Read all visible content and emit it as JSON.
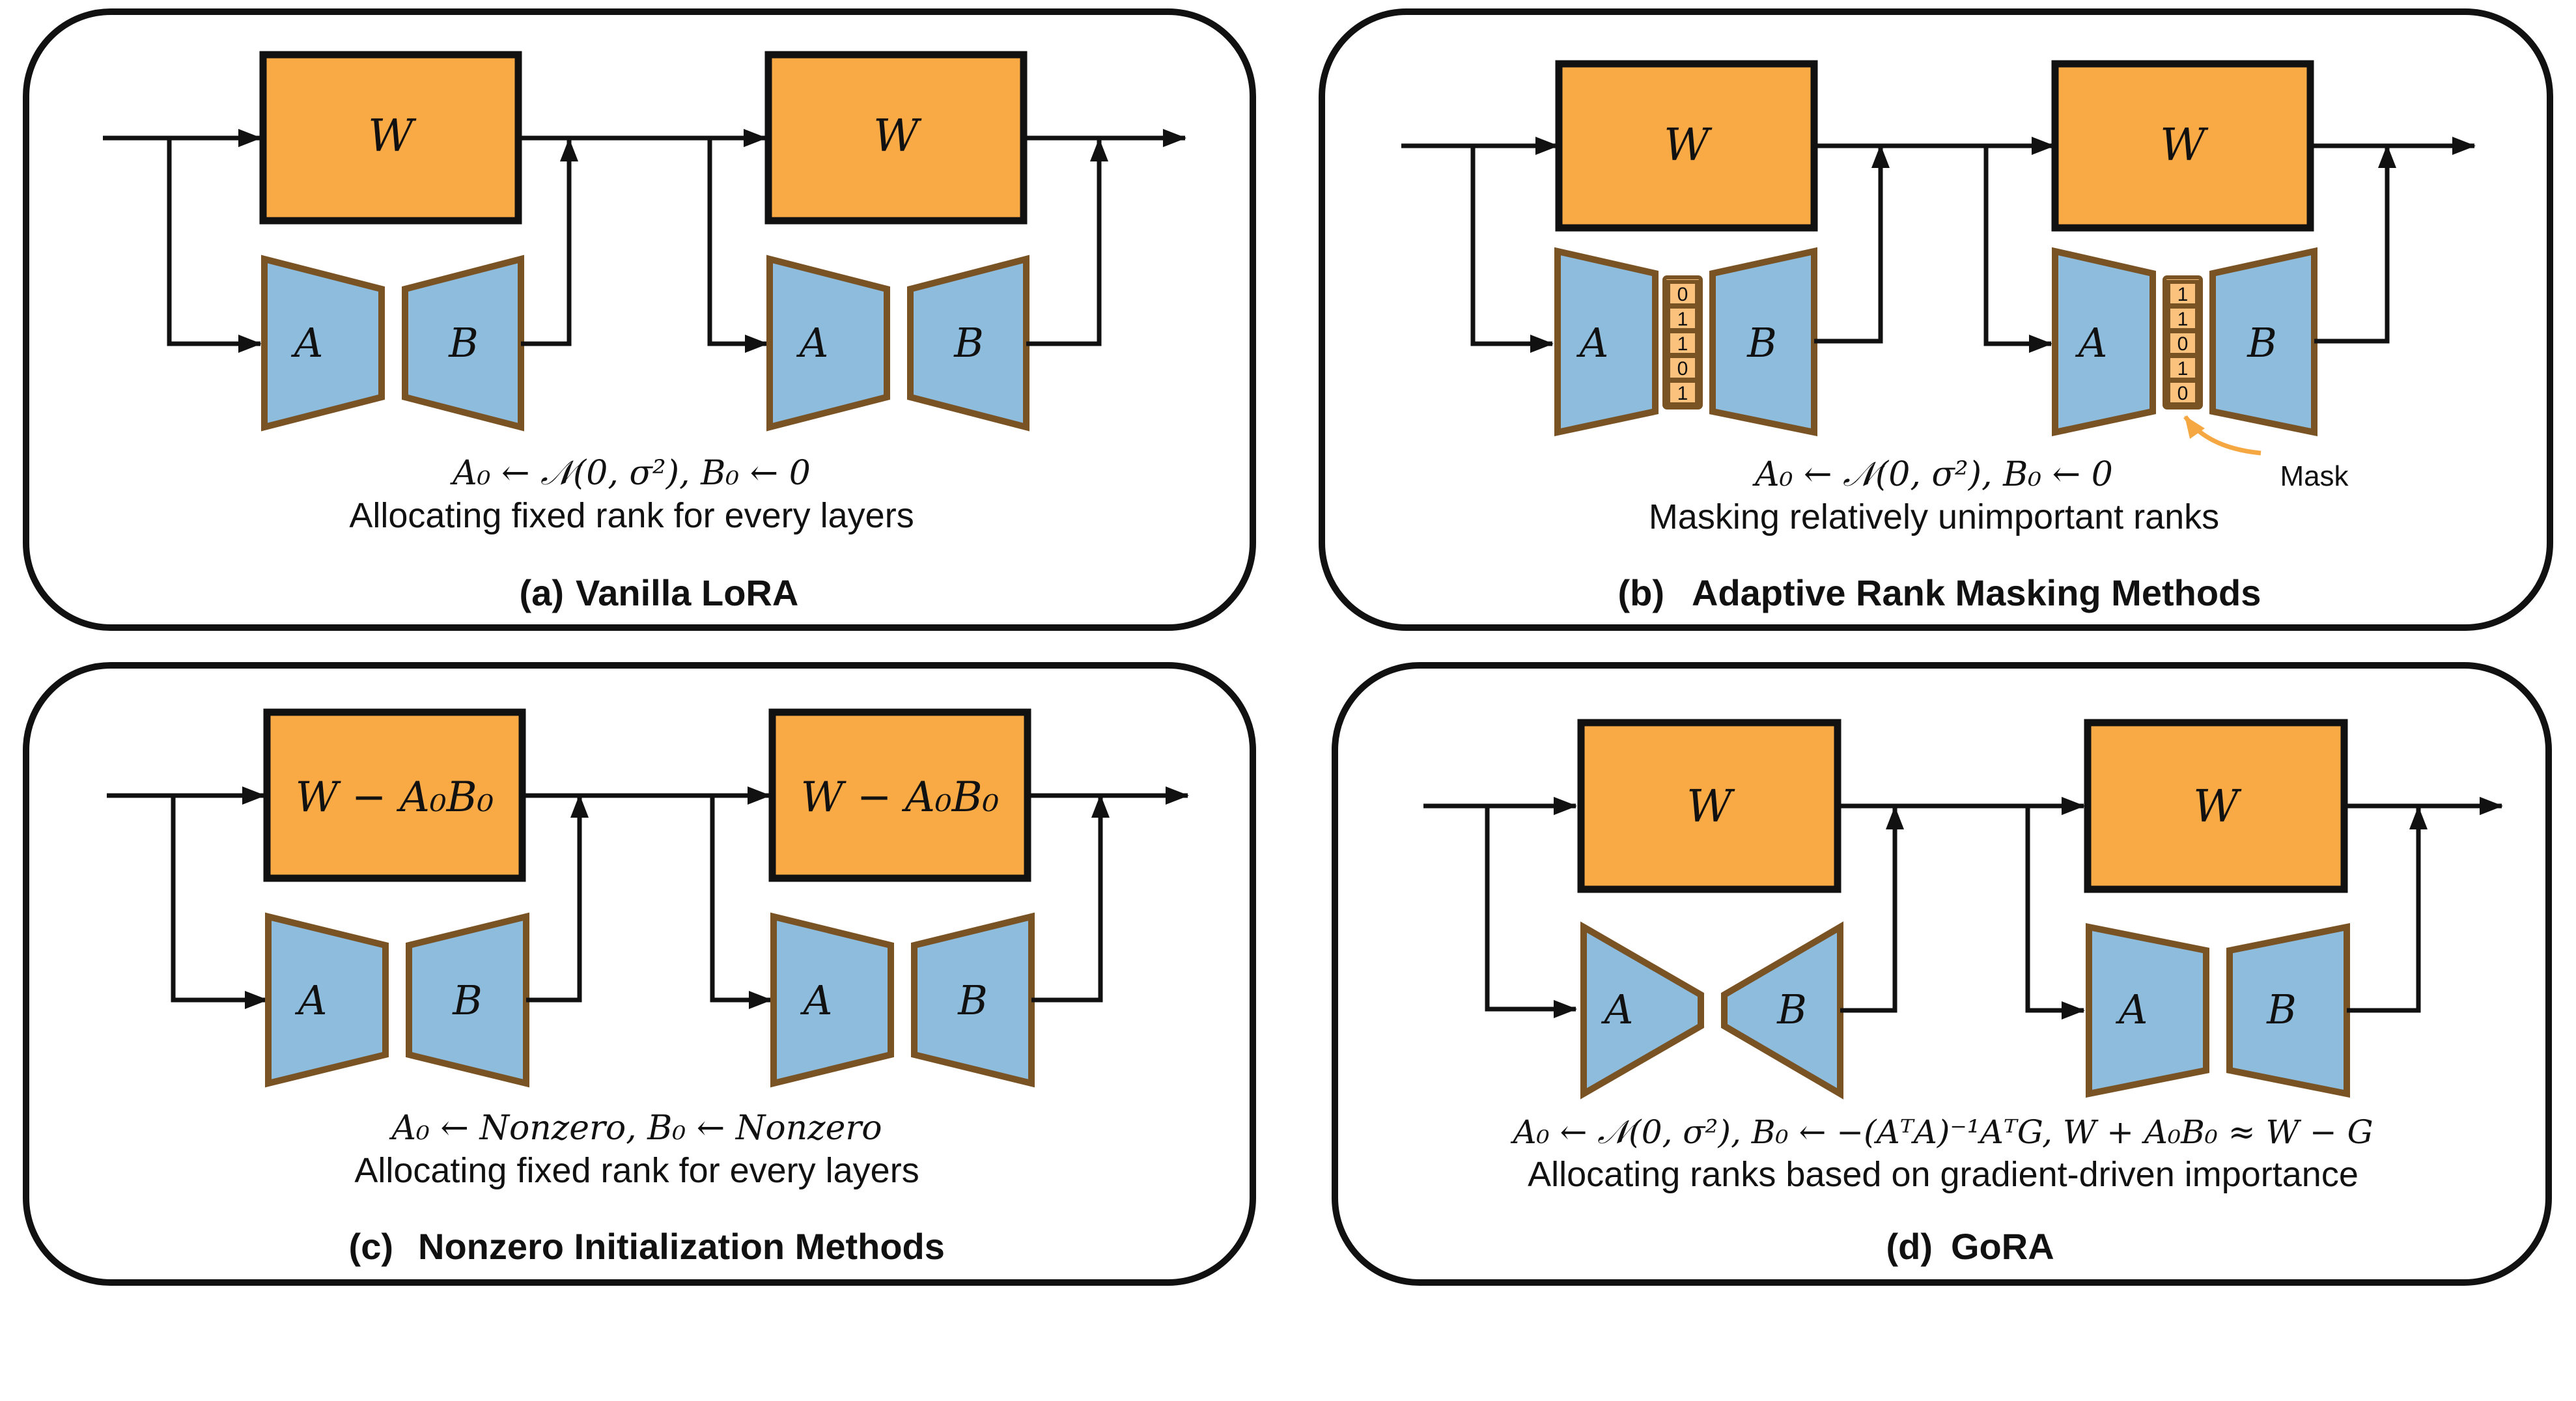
{
  "colors": {
    "weight_block": "#FAAA45",
    "adapter_block": "#8DBCDD",
    "adapter_border": "#7A5325",
    "mask_cell": "#FBC27E",
    "mask_arrow": "#F5A742",
    "line": "#111111"
  },
  "panels": [
    {
      "id": "a",
      "caption_tag": "(a)",
      "caption": "Vanilla LoRA",
      "weight_label": "W",
      "adapter_a_label": "A",
      "adapter_b_label": "B",
      "equation": "A₀ ← 𝒩(0, σ²), B₀ ← 0",
      "description": "Allocating fixed rank for every layers"
    },
    {
      "id": "b",
      "caption_tag": "(b)",
      "caption": "Adaptive Rank Masking Methods",
      "weight_label": "W",
      "adapter_a_label": "A",
      "adapter_b_label": "B",
      "mask_layer1": [
        "0",
        "1",
        "1",
        "0",
        "1"
      ],
      "mask_layer2": [
        "1",
        "1",
        "0",
        "1",
        "0"
      ],
      "mask_label": "Mask",
      "equation": "A₀ ← 𝒩(0, σ²), B₀ ← 0",
      "description": "Masking relatively unimportant ranks"
    },
    {
      "id": "c",
      "caption_tag": "(c)",
      "caption": "Nonzero Initialization Methods",
      "weight_label": "W − A₀B₀",
      "adapter_a_label": "A",
      "adapter_b_label": "B",
      "equation": "A₀ ← Nonzero, B₀ ← Nonzero",
      "description": "Allocating fixed rank for every layers"
    },
    {
      "id": "d",
      "caption_tag": "(d)",
      "caption": "GoRA",
      "weight_label": "W",
      "adapter_a_label": "A",
      "adapter_b_label": "B",
      "equation": "A₀ ← 𝒩(0, σ²), B₀ ← −(AᵀA)⁻¹AᵀG, W + A₀B₀ ≈ W − G",
      "description": "Allocating ranks based on gradient-driven importance"
    }
  ]
}
